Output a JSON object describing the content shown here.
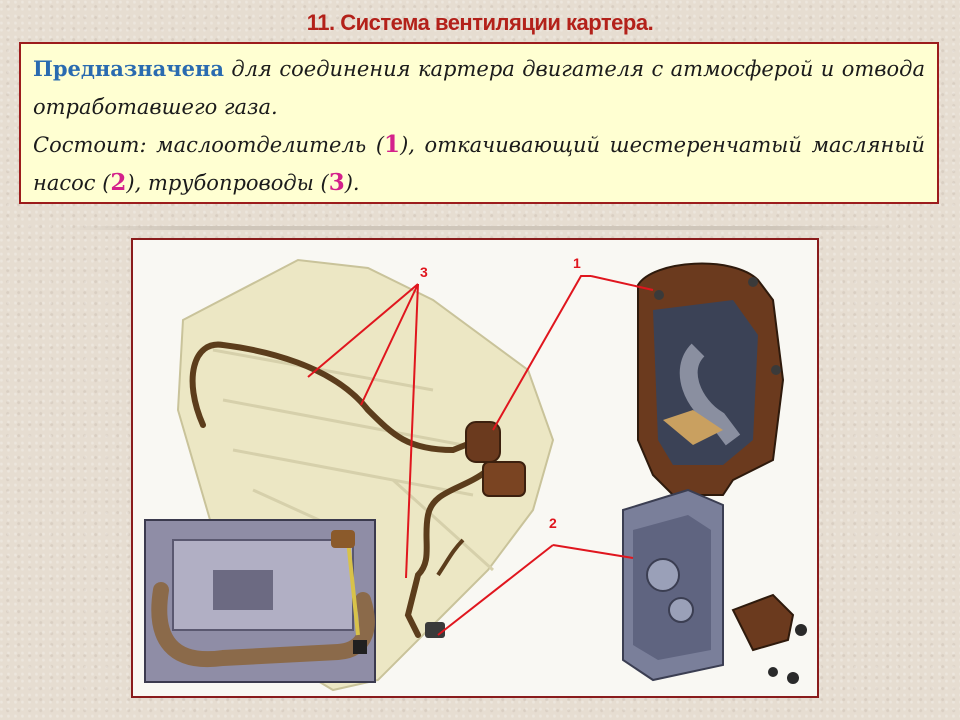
{
  "title": "11. Система вентиляции картера.",
  "description": {
    "line1": {
      "keyword": "Предназначена",
      "text": " для соединения картера двигателя с атмосферой и отвода отработавшего газа."
    },
    "line2": {
      "keyword": "Состоит:",
      "part1": " маслоотделитель (",
      "num1": "1",
      "part2": "), откачивающий шестеренчатый масляный насос (",
      "num2": "2",
      "part3": "), трубопроводы (",
      "num3": "3",
      "part4": ")."
    }
  },
  "figure": {
    "callouts": {
      "label_1": "1",
      "label_2": "2",
      "label_3": "3"
    },
    "colors": {
      "callout": "#e0161e",
      "engine": "#ece7c4",
      "pipe": "#5c3d1c",
      "separator": "#6b3a1e",
      "pump": "#6f7591"
    }
  }
}
